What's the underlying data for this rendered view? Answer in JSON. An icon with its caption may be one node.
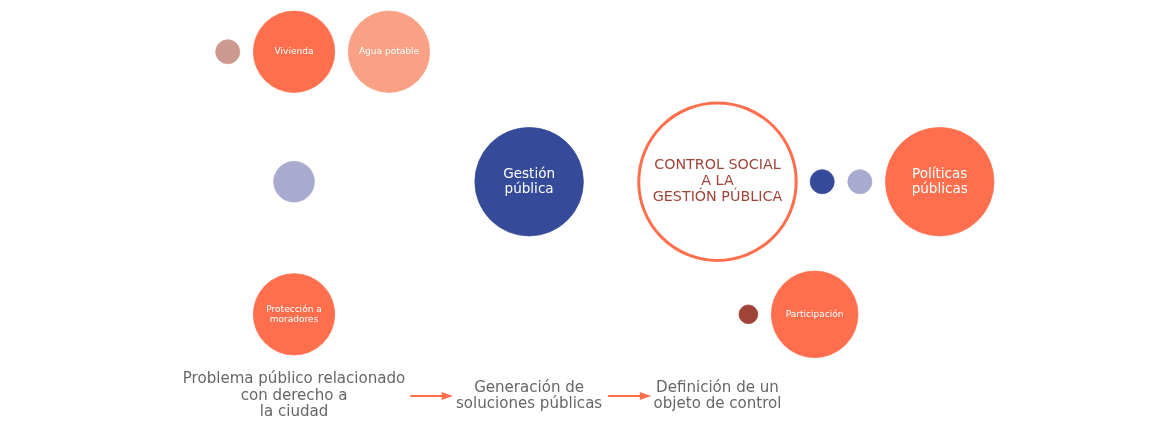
{
  "diagram": {
    "nodes": [
      {
        "text": [],
        "shape": "circle"
      },
      {
        "text": [
          "Vivienda"
        ]
      },
      {
        "text": [
          "Agua potable"
        ]
      },
      {
        "text": [],
        "shape": "circle"
      },
      {
        "text": [],
        "shape": "circle"
      },
      {
        "text": [],
        "shape": "circle"
      },
      {
        "text": [],
        "shape": "circle"
      },
      {
        "text": [
          "Protección a moradores"
        ]
      },
      {
        "text": [
          "Participación"
        ]
      },
      {
        "text": [
          "Problema público relacionado con derecho a la ciudad"
        ]
      },
      {
        "text": [
          "Políticas públicas"
        ]
      },
      {
        "text": [
          "Gestión pública"
        ]
      },
      {
        "text": [
          "Generación de soluciones públicas"
        ]
      },
      {
        "text": [
          "CONTROL SOCIAL A LA GESTIÓN PÚBLICA"
        ]
      },
      {
        "text": [
          "Definición de un objeto de control"
        ]
      }
    ],
    "edges": [
      {
        "from": 9,
        "to": 12,
        "arrow": "to"
      },
      {
        "from": 12,
        "to": 14,
        "arrow": "to"
      }
    ]
  }
}
